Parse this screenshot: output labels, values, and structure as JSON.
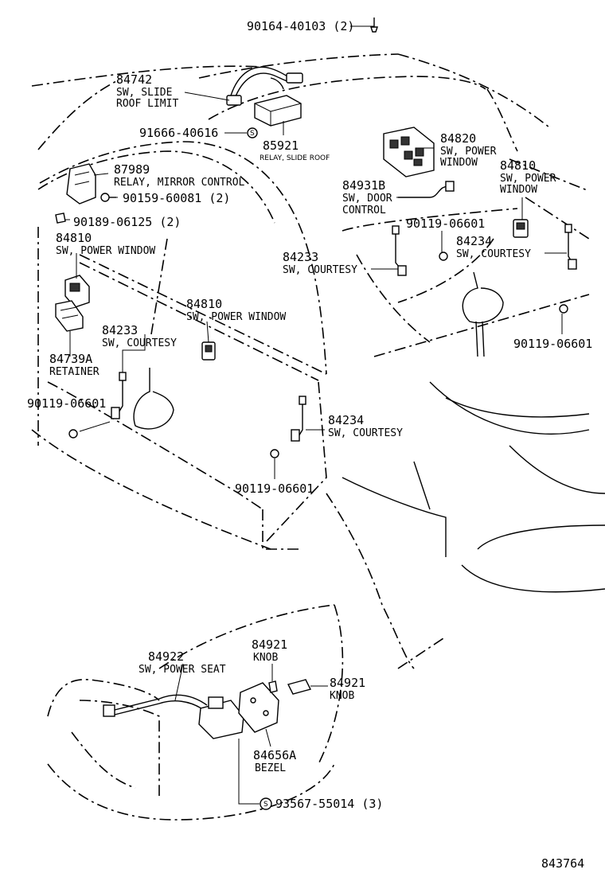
{
  "callouts": {
    "bolt_top": {
      "num": "90164-40103 (2)"
    },
    "slide_roof_sw": {
      "num": "84742",
      "l1": "SW, SLIDE",
      "l2": "ROOF LIMIT"
    },
    "nut_91666": {
      "num": "91666-40616"
    },
    "relay_slide_roof": {
      "num": "85921",
      "l1": "RELAY, SLIDE ROOF"
    },
    "sw_pw_84820": {
      "num": "84820",
      "l1": "SW, POWER",
      "l2": "WINDOW"
    },
    "sw_pw_84810_r": {
      "num": "84810",
      "l1": "SW, POWER",
      "l2": "WINDOW"
    },
    "relay_mirror": {
      "num": "87989",
      "l1": "RELAY, MIRROR CONTROL"
    },
    "screw_90159": {
      "num": "90159-60081 (2)"
    },
    "sw_door_ctrl": {
      "num": "84931B",
      "l1": "SW, DOOR",
      "l2": "CONTROL"
    },
    "clip_90189": {
      "num": "90189-06125 (2)"
    },
    "screw_90119_r": {
      "num": "90119-06601"
    },
    "courtesy_84234_r": {
      "num": "84234",
      "l1": "SW, COURTESY"
    },
    "sw_pw_84810_l": {
      "num": "84810",
      "l1": "SW, POWER WINDOW"
    },
    "courtesy_84233_r": {
      "num": "84233",
      "l1": "SW, COURTESY"
    },
    "sw_pw_84810_m": {
      "num": "84810",
      "l1": "SW, POWER WINDOW"
    },
    "courtesy_84233_l": {
      "num": "84233",
      "l1": "SW, COURTESY"
    },
    "screw_90119_far": {
      "num": "90119-06601"
    },
    "retainer": {
      "num": "84739A",
      "l1": "RETAINER"
    },
    "screw_90119_l": {
      "num": "90119-06601"
    },
    "courtesy_84234_m": {
      "num": "84234",
      "l1": "SW, COURTESY"
    },
    "screw_90119_m": {
      "num": "90119-06601"
    },
    "power_seat": {
      "num": "84922",
      "l1": "SW, POWER SEAT"
    },
    "knob_1": {
      "num": "84921",
      "l1": "KNOB"
    },
    "knob_2": {
      "num": "84921",
      "l1": "KNOB"
    },
    "bezel": {
      "num": "84656A",
      "l1": "BEZEL"
    },
    "nut_93567": {
      "num": "93567-55014 (3)"
    }
  },
  "figure_id": "843764",
  "symbols": {
    "nut_symbol": "S"
  }
}
